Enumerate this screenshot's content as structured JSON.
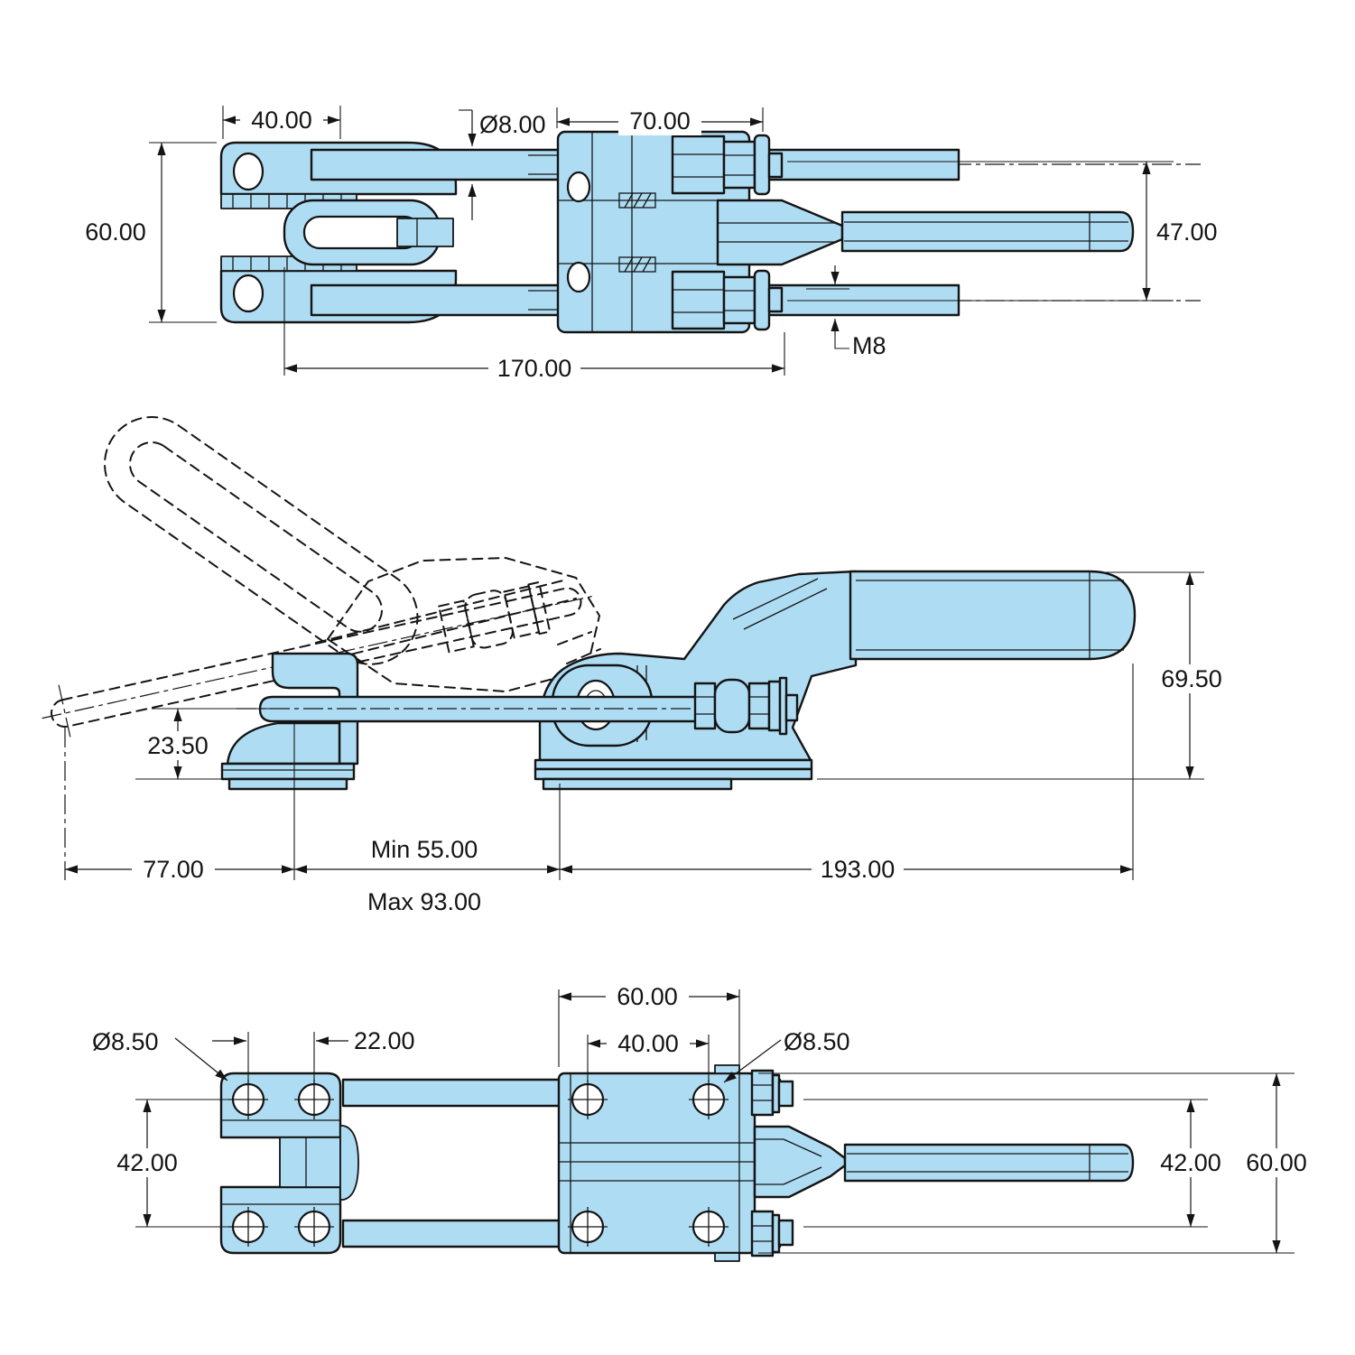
{
  "drawing": {
    "kind": "engineering-cad-drawing",
    "subject": "pull-action latch toggle clamp",
    "units_implied": "mm",
    "colors": {
      "part_fill": "#aedcf3",
      "outline": "#141414",
      "dim_text": "#141414",
      "background": "#ffffff"
    },
    "views": {
      "top": {
        "name": "top-view",
        "dims": {
          "clevis_width": "40.00",
          "rod_diameter": "Ø8.00",
          "body_length": "70.00",
          "overall_height": "60.00",
          "rod_spread": "47.00",
          "latch_length": "170.00",
          "thread": "M8"
        }
      },
      "side": {
        "name": "side-view",
        "dims": {
          "catch_height": "23.50",
          "handle_height": "69.50",
          "open_reach": "77.00",
          "adjust_min": "Min 55.00",
          "adjust_max": "Max 93.00",
          "closed_length": "193.00"
        }
      },
      "bottom": {
        "name": "bottom-view",
        "dims": {
          "catch_hole_dia": "Ø8.50",
          "catch_hole_spacing": "22.00",
          "catch_row_spacing": "42.00",
          "base_width": "60.00",
          "base_hole_spacing": "40.00",
          "base_hole_dia": "Ø8.50",
          "rod_spread": "42.00",
          "overall_width": "60.00"
        }
      }
    }
  }
}
